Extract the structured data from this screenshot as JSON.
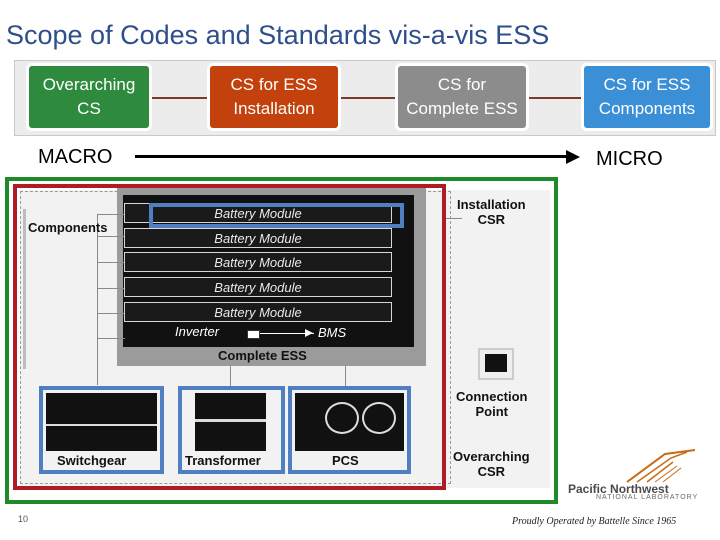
{
  "title": "Scope of Codes and Standards vis-a-vis ESS",
  "scope_boxes": [
    {
      "label": "Overarching\nCS",
      "color": "#2e8b3e"
    },
    {
      "label": "CS for ESS\nInstallation",
      "color": "#c2410c"
    },
    {
      "label": "CS for\nComplete ESS",
      "color": "#8c8c8c"
    },
    {
      "label": "CS for  ESS\nComponents",
      "color": "#3b8fd6"
    }
  ],
  "scale": {
    "left": "MACRO",
    "right": "MICRO"
  },
  "diagram": {
    "components_label": "Components",
    "battery_modules": [
      "Battery Module",
      "Battery Module",
      "Battery Module",
      "Battery Module",
      "Battery Module"
    ],
    "inverter_label": "Inverter",
    "bms_label": "BMS",
    "complete_ess_label": "Complete ESS",
    "installation_csr_label": "Installation\nCSR",
    "connection_point_label": "Connection\nPoint",
    "overarching_csr_label": "Overarching\nCSR",
    "equipment": [
      "Switchgear",
      "Transformer",
      "PCS"
    ]
  },
  "logo": {
    "line1": "Pacific Northwest",
    "line2": "NATIONAL LABORATORY"
  },
  "footer": {
    "slide_number": "10",
    "text": "Proudly Operated by Battelle Since 1965"
  }
}
